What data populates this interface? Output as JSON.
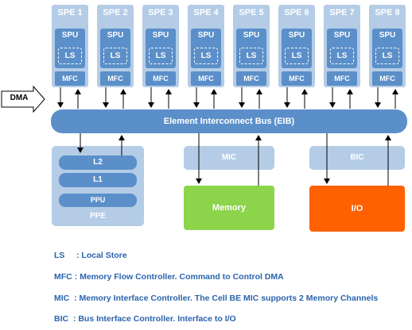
{
  "spes": [
    {
      "label": "SPE 1",
      "spu": "SPU",
      "ls": "LS",
      "mfc": "MFC"
    },
    {
      "label": "SPE 2",
      "spu": "SPU",
      "ls": "LS",
      "mfc": "MFC"
    },
    {
      "label": "SPE 3",
      "spu": "SPU",
      "ls": "LS",
      "mfc": "MFC"
    },
    {
      "label": "SPE 4",
      "spu": "SPU",
      "ls": "LS",
      "mfc": "MFC"
    },
    {
      "label": "SPE 5",
      "spu": "SPU",
      "ls": "LS",
      "mfc": "MFC"
    },
    {
      "label": "SPE 6",
      "spu": "SPU",
      "ls": "LS",
      "mfc": "MFC"
    },
    {
      "label": "SPE 7",
      "spu": "SPU",
      "ls": "LS",
      "mfc": "MFC"
    },
    {
      "label": "SPE 8",
      "spu": "SPU",
      "ls": "LS",
      "mfc": "MFC"
    }
  ],
  "dma_label": "DMA",
  "eib_label": "Element Interconnect Bus (EIB)",
  "ppe": {
    "l2": "L2",
    "l1": "L1",
    "ppu": "PPU",
    "label": "PPE"
  },
  "mic_label": "MIC",
  "bic_label": "BIC",
  "memory_label": "Memory",
  "io_label": "I/O",
  "legend": [
    "LS     : Local Store",
    "MFC : Memory Flow Controller. Command to Control DMA",
    "MIC  : Memory Interface Controller. The Cell BE MIC supports 2 Memory Channels",
    "BIC  : Bus Interface Controller. Interface to I/O"
  ],
  "colors": {
    "light_blue": "#b4cce6",
    "mid_blue": "#5b8fc9",
    "memory_green": "#8cd44a",
    "io_orange": "#ff6000",
    "legend_text": "#2a63ad"
  }
}
